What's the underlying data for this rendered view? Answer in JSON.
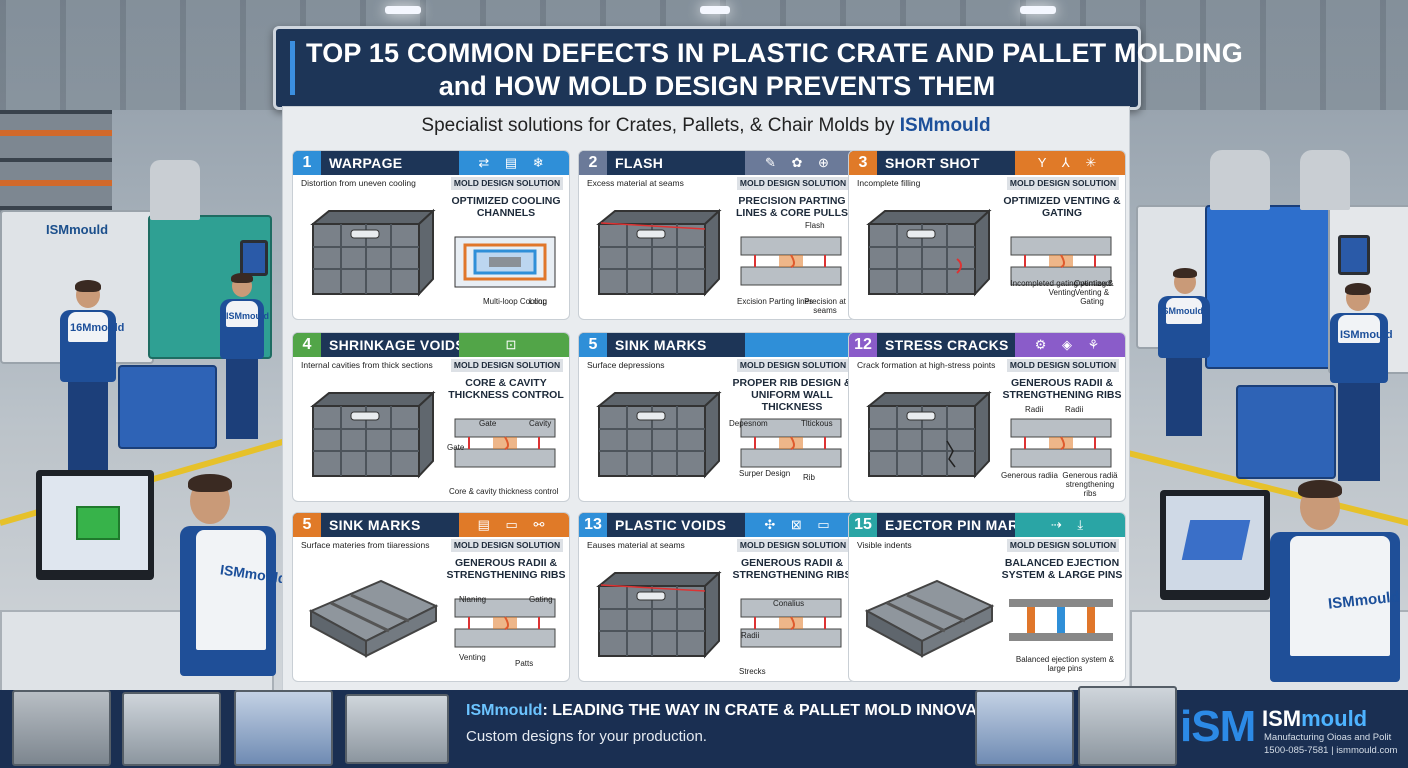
{
  "header": {
    "line1": "TOP 15 COMMON DEFECTS IN PLASTIC CRATE AND PALLET MOLDING",
    "line2": "and HOW MOLD DESIGN PREVENTS THEM"
  },
  "subtitle": {
    "text": "Specialist solutions for Crates, Pallets, & Chair Molds by ",
    "brand": "ISMmould"
  },
  "solution_label": "MOLD DESIGN SOLUTION",
  "background": {
    "machine_left_label": "ISMmould",
    "worker_1_label": "16Mmould",
    "worker_2_label": "ISMmould",
    "worker_3_label": "ISMmould",
    "worker_4_label": "ISMmould",
    "worker_5_label": "ISMmould"
  },
  "cards": [
    {
      "num": "1",
      "title": "WARPAGE",
      "color": "#2f8fd8",
      "desc": "Distortion from uneven cooling",
      "solution": "OPTIMIZED COOLING CHANNELS",
      "icons": "⇄ ▤ ❄",
      "captions": [
        "Multi-loop Cooling",
        "Loop"
      ]
    },
    {
      "num": "2",
      "title": "FLASH",
      "color": "#6b7a99",
      "desc": "Excess material at seams",
      "solution": "PRECISION PARTING LINES & CORE PULLS",
      "icons": "✎ ✿ ⊕",
      "captions": [
        "Flash",
        "Excision Parting lines",
        "Precision at seams"
      ]
    },
    {
      "num": "3",
      "title": "SHORT SHOT",
      "color": "#e07a28",
      "desc": "Incomplete filling",
      "solution": "OPTIMIZED VENTING & GATING",
      "icons": "Y ⅄ ✳",
      "captions": [
        "Incompleted gating venting & Venting",
        "Optimized Venting & Gating"
      ]
    },
    {
      "num": "4",
      "title": "SHRINKAGE VOIDS",
      "color": "#52a548",
      "desc": "Internal cavities from thick sections",
      "solution": "CORE & CAVITY THICKNESS CONTROL",
      "icons": "⊡",
      "captions": [
        "Gate",
        "Cavity",
        "Gate",
        "Core & cavity thickness control"
      ]
    },
    {
      "num": "5",
      "title": "SINK MARKS",
      "color": "#2f8fd8",
      "desc": "Surface depressions",
      "solution": "PROPER RIB DESIGN & UNIFORM WALL THICKNESS",
      "icons": "",
      "captions": [
        "Depesnom",
        "Tltickous",
        "Surper Design",
        "Rib"
      ]
    },
    {
      "num": "12",
      "title": "STRESS CRACKS",
      "color": "#8a5cc9",
      "desc": "Crack formation at high-stress points",
      "solution": "GENEROUS RADII & STRENGTHENING RIBS",
      "icons": "⚙ ◈ ⚘",
      "captions": [
        "Radii",
        "Radii",
        "Generous radiia",
        "Generous radiä strengthening ribs"
      ]
    },
    {
      "num": "5",
      "title": "SINK MARKS",
      "color": "#e07a28",
      "desc": "Surface materies from tiiaressions",
      "solution": "GENEROUS RADII & STRENGTHENING RIBS",
      "icons": "▤ ▭ ⚯",
      "captions": [
        "Nlaning",
        "Gating",
        "Venting",
        "Patts"
      ]
    },
    {
      "num": "13",
      "title": "PLASTIC VOIDS",
      "color": "#2f8fd8",
      "desc": "Eauses material at seams",
      "solution": "GENEROUS RADII & STRENGTHENING RIBS",
      "icons": "✣ ⊠ ▭",
      "captions": [
        "Conalius",
        "Radii",
        "Strecks"
      ]
    },
    {
      "num": "15",
      "title": "EJECTOR PIN MARKS",
      "color": "#2aa5a5",
      "desc": "Visible indents",
      "solution": "BALANCED EJECTION SYSTEM & LARGE PINS",
      "icons": "⇢ ⤓",
      "captions": [
        "Balanced ejection system & large pins"
      ]
    }
  ],
  "footer": {
    "brand": "ISMmould",
    "tagline": ": LEADING THE WAY IN CRATE & PALLET MOLD INNOVATION.",
    "sub": "Custom designs for your production.",
    "logo_mark": "iSM",
    "logo_name_a": "ISM",
    "logo_name_b": "mould",
    "logo_tag": "Manufacturing Oioas and Polit",
    "logo_contact": "1500-085-7581 | ismmould.com"
  }
}
